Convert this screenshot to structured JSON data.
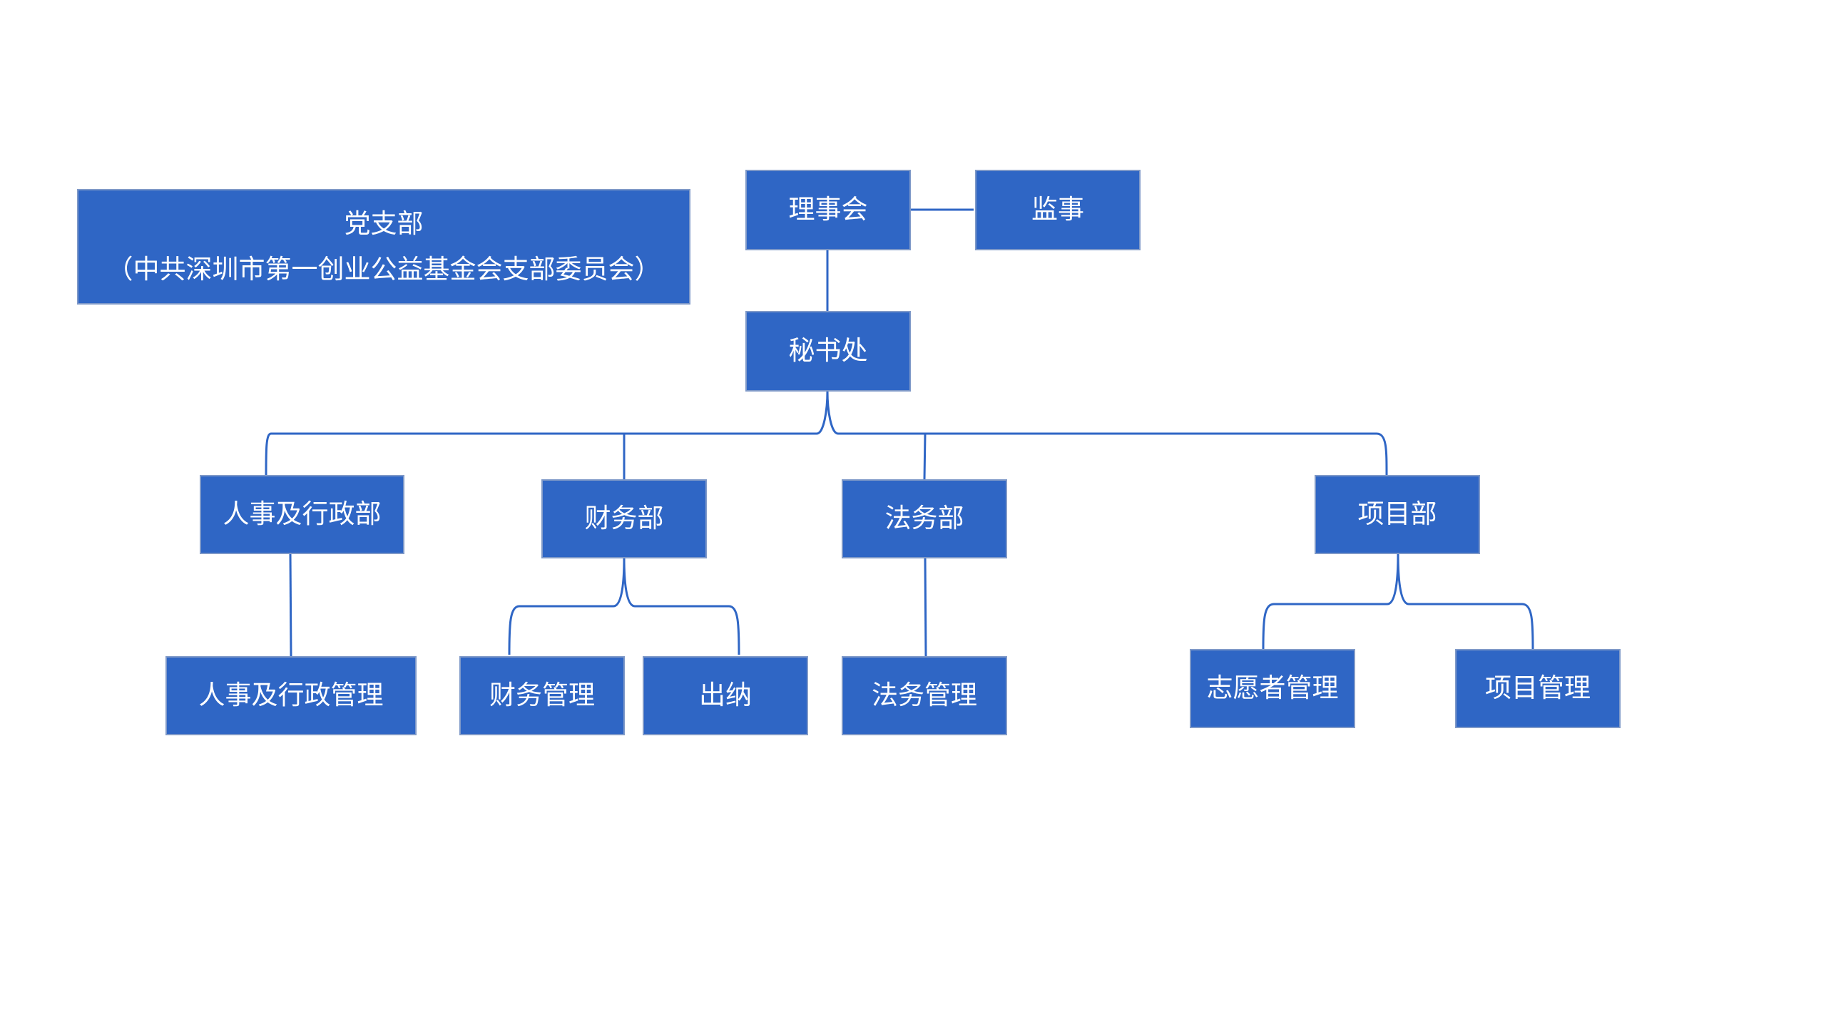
{
  "nodes": {
    "party_branch": {
      "title": "党支部",
      "subtitle": "（中共深圳市第一创业公益基金会支部委员会）"
    },
    "board": "理事会",
    "supervisor": "监事",
    "secretariat": "秘书处",
    "hr_admin_dept": "人事及行政部",
    "finance_dept": "财务部",
    "legal_dept": "法务部",
    "project_dept": "项目部",
    "hr_admin_mgmt": "人事及行政管理",
    "finance_mgmt": "财务管理",
    "cashier": "出纳",
    "legal_mgmt": "法务管理",
    "volunteer_mgmt": "志愿者管理",
    "project_mgmt": "项目管理"
  },
  "colors": {
    "node_fill": "#2f66c5",
    "node_border": "#7f99c8",
    "connector": "#2f66c5",
    "text": "#ffffff",
    "background": "#ffffff"
  }
}
